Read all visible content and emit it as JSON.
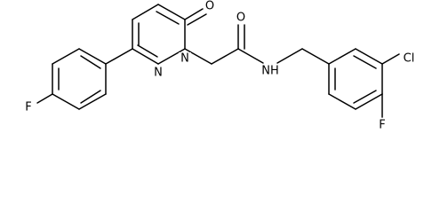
{
  "structure": {
    "atom_labels": {
      "O_ring": "O",
      "O_amide": "O",
      "N_ring1": "N",
      "N_ring2": "N",
      "NH": "NH",
      "F_left": "F",
      "Cl": "Cl",
      "F_right": "F"
    }
  }
}
